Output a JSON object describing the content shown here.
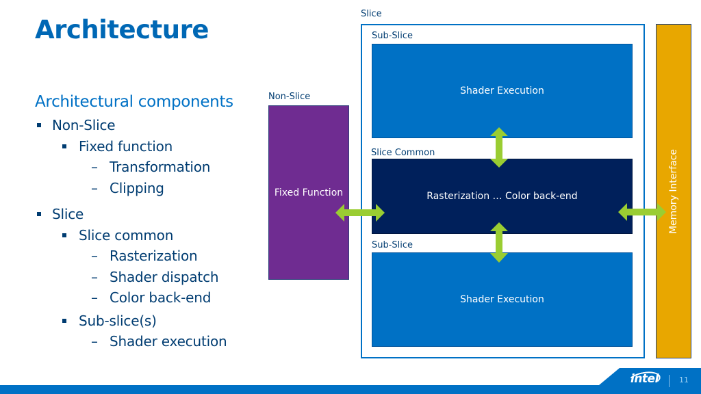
{
  "slide": {
    "title": "Architecture",
    "page_number": "11",
    "logo_text": "intel"
  },
  "outline": {
    "heading": "Architectural components",
    "items": [
      {
        "level": 1,
        "marker": "square",
        "text": "Non-Slice"
      },
      {
        "level": 2,
        "marker": "square",
        "text": "Fixed function"
      },
      {
        "level": 3,
        "marker": "–",
        "text": "Transformation"
      },
      {
        "level": 3,
        "marker": "–",
        "text": "Clipping"
      },
      {
        "level": 1,
        "marker": "square",
        "text": "Slice"
      },
      {
        "level": 2,
        "marker": "square",
        "text": "Slice common"
      },
      {
        "level": 3,
        "marker": "–",
        "text": "Rasterization"
      },
      {
        "level": 3,
        "marker": "–",
        "text": "Shader dispatch"
      },
      {
        "level": 3,
        "marker": "–",
        "text": "Color back-end"
      },
      {
        "level": 2,
        "marker": "square",
        "text": "Sub-slice(s)"
      },
      {
        "level": 3,
        "marker": "–",
        "text": "Shader execution"
      }
    ]
  },
  "diagram": {
    "slice_label": "Slice",
    "non_slice_label": "Non-Slice",
    "sub_slice_top_label": "Sub-Slice",
    "slice_common_label": "Slice Common",
    "sub_slice_bottom_label": "Sub-Slice",
    "fixed_function": "Fixed Function",
    "shader_execution_top": "Shader Execution",
    "raster_backend": "Rasterization … Color back-end",
    "shader_execution_bottom": "Shader Execution",
    "memory_interface": "Memory Interface",
    "connections": [
      {
        "from": "Fixed Function",
        "to": "Slice Common",
        "type": "bidirectional"
      },
      {
        "from": "Sub-Slice (top)",
        "to": "Slice Common",
        "type": "bidirectional"
      },
      {
        "from": "Slice Common",
        "to": "Sub-Slice (bottom)",
        "type": "bidirectional"
      },
      {
        "from": "Slice Common",
        "to": "Memory Interface",
        "type": "bidirectional"
      }
    ]
  },
  "colors": {
    "title_blue": "#0068b5",
    "text_navy": "#003c71",
    "sub_slice_blue": "#0071c5",
    "slice_common_navy": "#00205b",
    "non_slice_purple": "#6f2c91",
    "memory_gold": "#e8a700",
    "arrow_green": "#9acd32"
  }
}
